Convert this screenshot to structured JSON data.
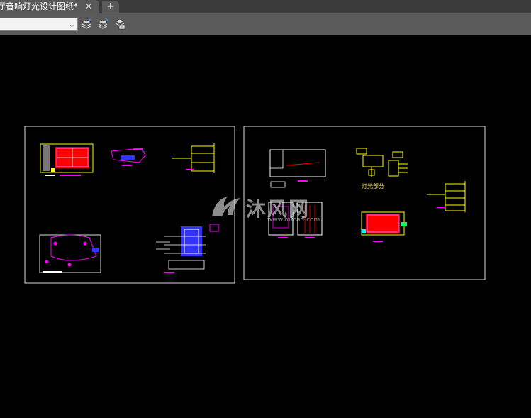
{
  "tab": {
    "title": "厅音响灯光设计图纸*",
    "close_glyph": "✕",
    "new_glyph": "+"
  },
  "toolbar": {
    "layer_dropdown_value": "",
    "buttons": [
      "layer-state-icon",
      "layer-isolate-icon",
      "layer-match-icon"
    ]
  },
  "drawing": {
    "sheet_label": "灯光部分",
    "watermark_cn": "沐风网",
    "watermark_en": "www.mfcad.com"
  },
  "colors": {
    "background": "#000000",
    "frame": "#ffffff",
    "yellow": "#ffff00",
    "magenta": "#ff00ff",
    "red": "#ff0000",
    "blue": "#3333ff",
    "cyan": "#00ffff"
  }
}
